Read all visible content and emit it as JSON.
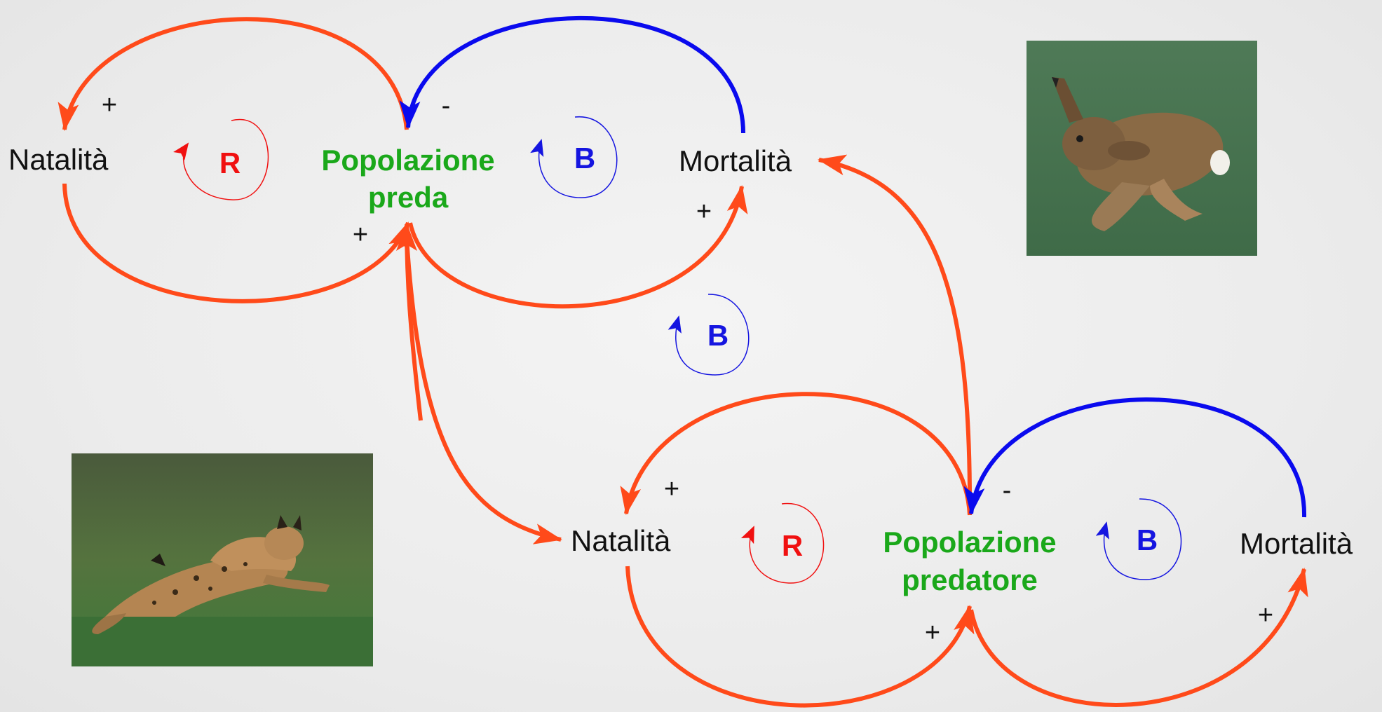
{
  "colors": {
    "positive_link": "#ff4a1a",
    "negative_link": "#0a0aee",
    "population_text": "#1aa81a",
    "reinforcing_loop": "#f01010",
    "balancing_loop": "#1515e0"
  },
  "prey": {
    "natality": "Natalità",
    "population_line1": "Popolazione",
    "population_line2": "preda",
    "mortality": "Mortalità",
    "loop_reinforcing": "R",
    "loop_balancing": "B",
    "sign_natality_to_pop": "+",
    "sign_pop_to_natality": "+",
    "sign_mortality_to_pop": "-",
    "sign_pop_to_mortality": "+"
  },
  "interaction": {
    "loop_balancing": "B"
  },
  "predator": {
    "natality": "Natalità",
    "population_line1": "Popolazione",
    "population_line2": "predatore",
    "mortality": "Mortalità",
    "loop_reinforcing": "R",
    "loop_balancing": "B",
    "sign_natality_to_pop": "+",
    "sign_pop_to_natality": "+",
    "sign_mortality_to_pop": "-",
    "sign_pop_to_mortality": "+"
  },
  "images": {
    "prey_photo": "hare",
    "predator_photo": "lynx"
  }
}
